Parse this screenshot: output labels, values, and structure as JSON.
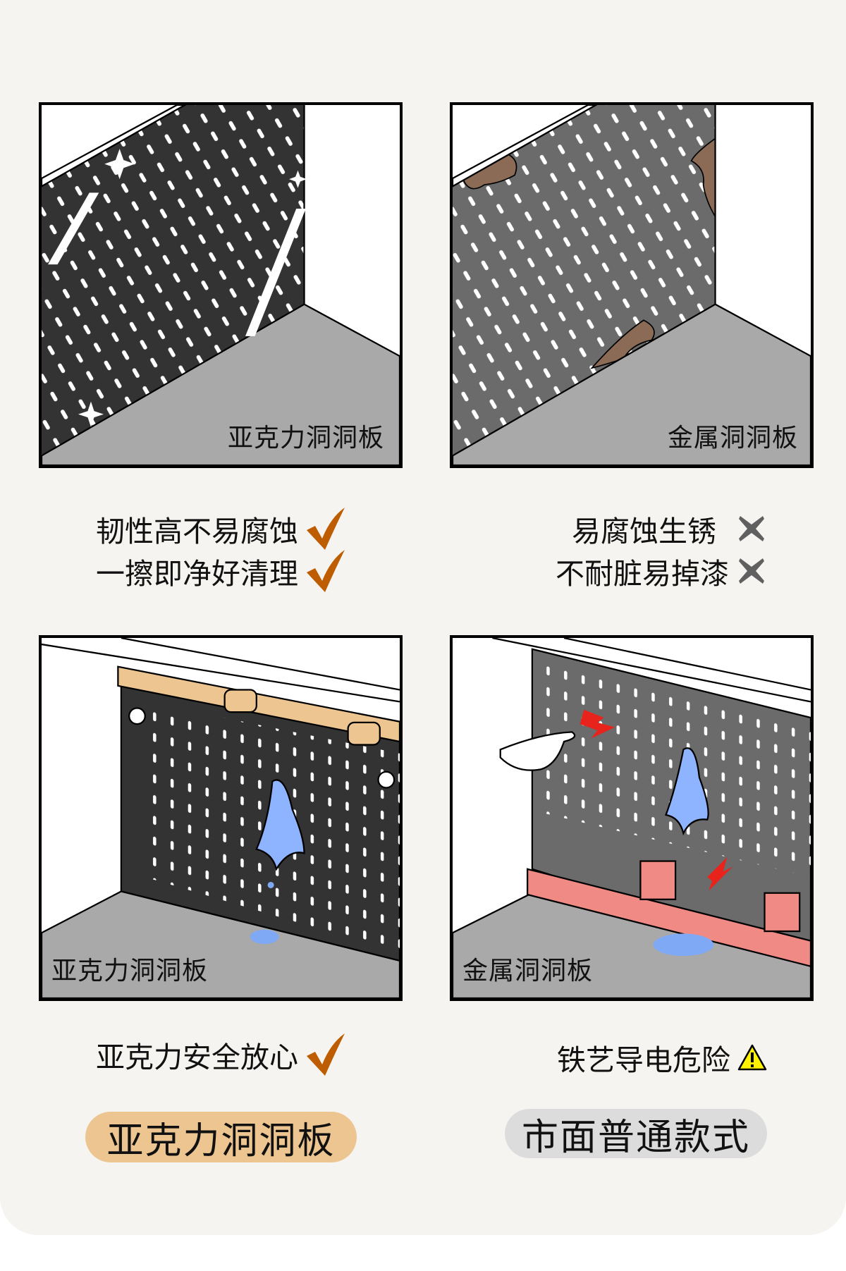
{
  "panels": [
    {
      "label": "亚克力洞洞板"
    },
    {
      "label": "金属洞洞板"
    },
    {
      "label": "亚克力洞洞板"
    },
    {
      "label": "金属洞洞板"
    }
  ],
  "features_left": [
    {
      "text": "韧性高不易腐蚀",
      "icon": "check-icon"
    },
    {
      "text": "一擦即净好清理",
      "icon": "check-icon"
    },
    {
      "text": "亚克力安全放心",
      "icon": "check-icon"
    }
  ],
  "features_right": [
    {
      "text": "易腐蚀生锈",
      "icon": "cross-icon"
    },
    {
      "text": "不耐脏易掉漆",
      "icon": "cross-icon"
    },
    {
      "text": "铁艺导电危险",
      "icon": "warning-icon"
    }
  ],
  "badges": {
    "left": "亚克力洞洞板",
    "right": "市面普通款式"
  },
  "colors": {
    "check": "#bd5c00",
    "cross": "#606060",
    "warning": "#fff200",
    "pill_left": "#edc591",
    "pill_right": "#dcdcdc",
    "background": "#f5f4f0"
  }
}
